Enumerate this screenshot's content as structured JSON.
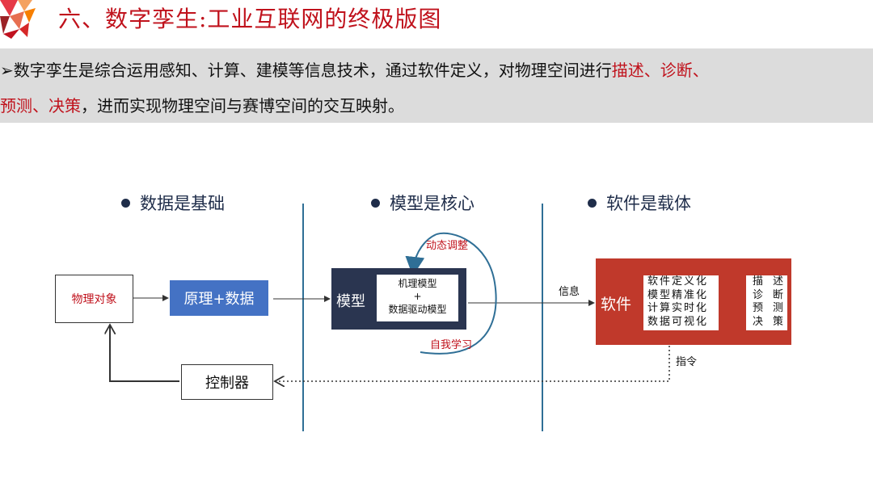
{
  "header": {
    "title": "六、数字孪生:工业互联网的终极版图"
  },
  "intro": {
    "line1_plain": "➢数字孪生是综合运用感知、计算、建模等信息技术，通过软件定义，对物理空间进行",
    "line1_red": "描述、诊断、",
    "line2_red": "预测、决策",
    "line2_plain": "，进而实现物理空间与赛博空间的交互映射。"
  },
  "sections": [
    {
      "label": "数据是基础"
    },
    {
      "label": "模型是核心"
    },
    {
      "label": "软件是载体"
    }
  ],
  "diagram": {
    "physical_object": "物理对象",
    "principle_data": "原理+数据",
    "model_label": "模型",
    "model_inner": [
      "机理模型",
      "+",
      "数据驱动模型"
    ],
    "dynamic_adjust": "动态调整",
    "self_learning": "自我学习",
    "information": "信息",
    "software_label": "软件",
    "software_features": [
      "软件定义化",
      "模型精准化",
      "计算实时化",
      "数据可视化"
    ],
    "software_outputs": [
      "描述",
      "诊断",
      "预测",
      "决策"
    ],
    "command": "指令",
    "controller": "控制器"
  },
  "colors": {
    "accent_red": "#c0121c",
    "model_dark": "#2a3550",
    "blue_box": "#4472c4",
    "software_red": "#c0392b",
    "divider": "#2f6f96"
  }
}
